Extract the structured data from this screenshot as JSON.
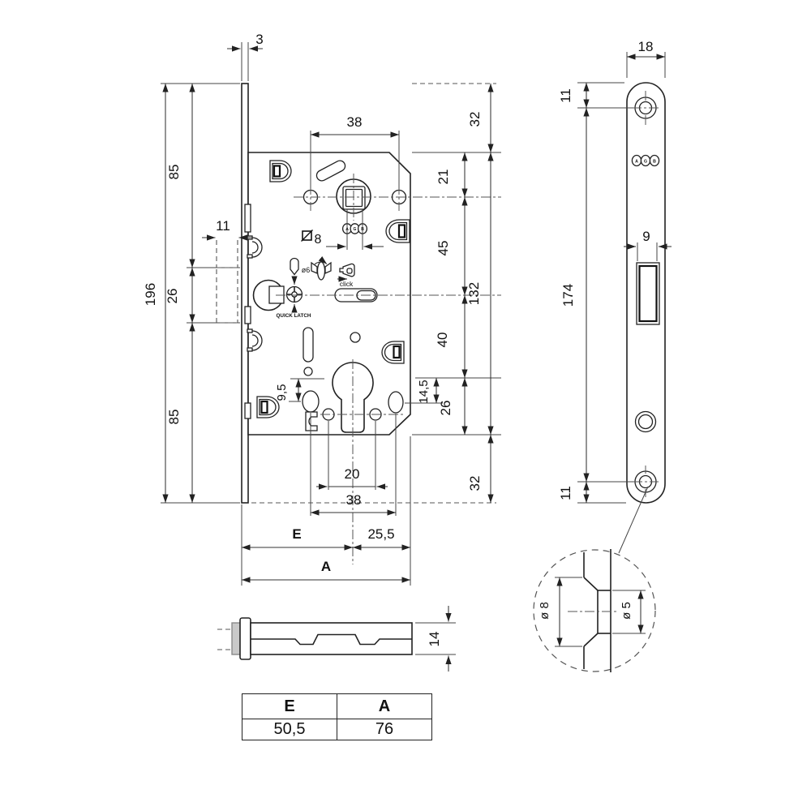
{
  "main_view": {
    "dims": {
      "plate_thickness": "3",
      "handle_screw_spacing": "38",
      "top_offset": "32",
      "plate_upper_section": "85",
      "body_top_to_handle": "21",
      "magnet_window_width": "11",
      "plate_length": "196",
      "magnet_window_height": "26",
      "handle_to_latch": "45",
      "body_height": "132",
      "latch_to_cylinder_zone": "40",
      "cylinder_zone_height": "26",
      "cylinder_zone_to_oval": "14,5",
      "bottom_offset": "32",
      "plate_lower_section": "85",
      "latch_adjust_offset": "9,5",
      "cylinder_screw_spacing": "20",
      "oval_hole_spacing": "38",
      "backset_label": "E",
      "cylinder_to_edge": "25,5",
      "total_label": "A",
      "follower_square_size": "8",
      "pin_diameter": "ø6"
    },
    "labels": {
      "click": "click",
      "quick_latch": "QUICK LATCH"
    },
    "logo_letters": [
      "A",
      "G",
      "B"
    ]
  },
  "faceplate_view": {
    "dims": {
      "plate_width": "18",
      "top_screw_offset": "11",
      "latch_window_width": "9",
      "screw_spacing": "174",
      "bottom_screw_offset": "11"
    },
    "logo_letters": [
      "A",
      "G",
      "B"
    ]
  },
  "detail_view": {
    "dims": {
      "countersink_diameter": "ø 8",
      "hole_diameter": "ø 5"
    }
  },
  "latch_view": {
    "dims": {
      "bolt_height": "14"
    }
  },
  "spec_table": {
    "headers": [
      "E",
      "A"
    ],
    "values": [
      "50,5",
      "76"
    ]
  }
}
